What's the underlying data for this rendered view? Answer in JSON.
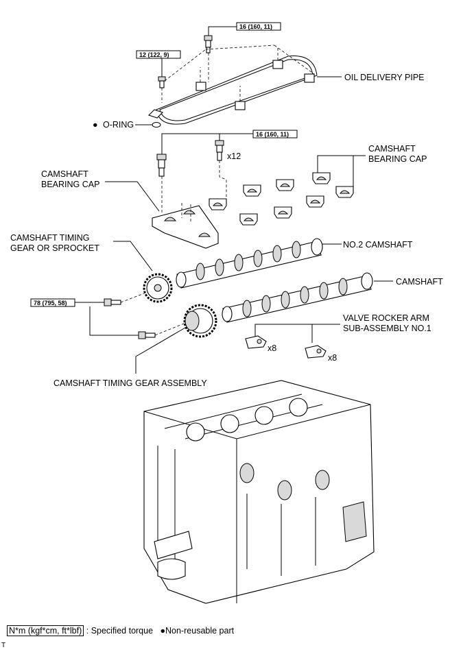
{
  "labels": {
    "oil_delivery_pipe": "OIL DELIVERY PIPE",
    "o_ring": "O-RING",
    "o_ring_bullet": "●",
    "camshaft_bearing_cap_right_1": "CAMSHAFT",
    "camshaft_bearing_cap_right_2": "BEARING CAP",
    "camshaft_bearing_cap_left_1": "CAMSHAFT",
    "camshaft_bearing_cap_left_2": "BEARING CAP",
    "timing_gear_1": "CAMSHAFT TIMING",
    "timing_gear_2": "GEAR OR SPROCKET",
    "no2_camshaft": "NO.2 CAMSHAFT",
    "camshaft": "CAMSHAFT",
    "rocker_arm_1": "VALVE ROCKER ARM",
    "rocker_arm_2": "SUB-ASSEMBLY NO.1",
    "timing_gear_assembly": "CAMSHAFT TIMING GEAR ASSEMBLY",
    "qty_x12": "x12",
    "qty_x8_a": "x8",
    "qty_x8_b": "x8"
  },
  "torques": {
    "t1": "16 (160, 11)",
    "t2": "12 (122, 9)",
    "t3": "16 (160, 11)",
    "t4": "78 (795, 58)"
  },
  "legend": {
    "unit_box": "N*m (kgf*cm, ft*lbf)",
    "specified": ": Specified torque",
    "bullet": "●",
    "non_reusable": "Non-reusable part"
  },
  "corner_mark": "T"
}
